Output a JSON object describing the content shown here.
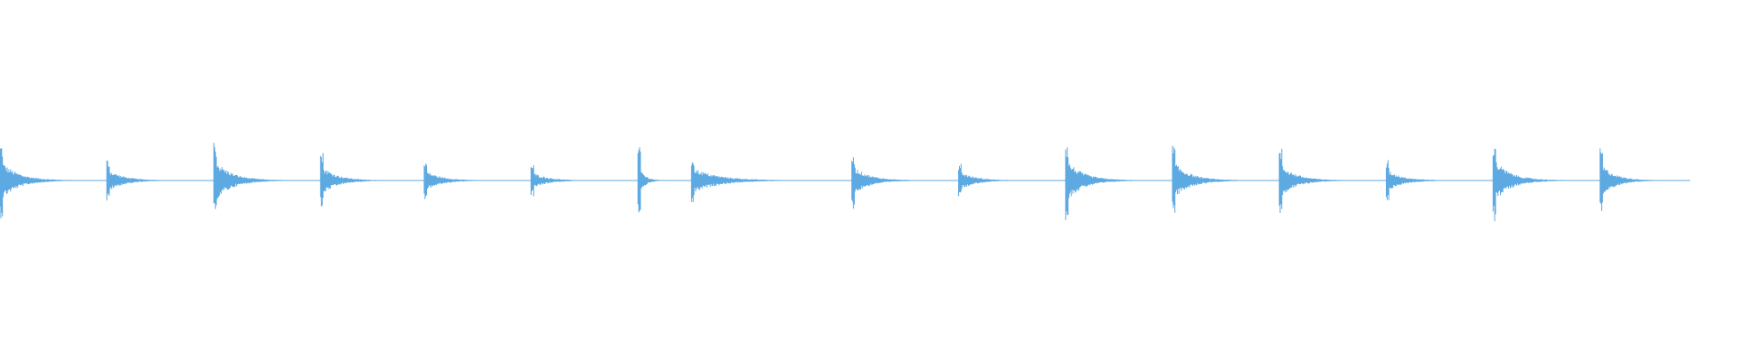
{
  "waveform": {
    "color": "#5DA9E2",
    "background": "#FFFFFF",
    "duration_fraction_used": 0.973,
    "hits": [
      {
        "onset": 0.0,
        "amplitude": 0.42,
        "decay": 0.72
      },
      {
        "onset": 0.0615,
        "amplitude": 0.24,
        "decay": 0.56
      },
      {
        "onset": 0.1231,
        "amplitude": 0.45,
        "decay": 0.6
      },
      {
        "onset": 0.1846,
        "amplitude": 0.32,
        "decay": 0.56
      },
      {
        "onset": 0.2442,
        "amplitude": 0.22,
        "decay": 0.54
      },
      {
        "onset": 0.3058,
        "amplitude": 0.18,
        "decay": 0.52
      },
      {
        "onset": 0.3673,
        "amplitude": 0.37,
        "decay": 0.3
      },
      {
        "onset": 0.3981,
        "amplitude": 0.27,
        "decay": 0.85
      },
      {
        "onset": 0.4904,
        "amplitude": 0.32,
        "decay": 0.56
      },
      {
        "onset": 0.5519,
        "amplitude": 0.2,
        "decay": 0.54
      },
      {
        "onset": 0.6135,
        "amplitude": 0.44,
        "decay": 0.6
      },
      {
        "onset": 0.675,
        "amplitude": 0.4,
        "decay": 0.6
      },
      {
        "onset": 0.7365,
        "amplitude": 0.36,
        "decay": 0.56
      },
      {
        "onset": 0.7981,
        "amplitude": 0.23,
        "decay": 0.54
      },
      {
        "onset": 0.8596,
        "amplitude": 0.46,
        "decay": 0.58
      },
      {
        "onset": 0.9212,
        "amplitude": 0.36,
        "decay": 0.6
      }
    ]
  }
}
